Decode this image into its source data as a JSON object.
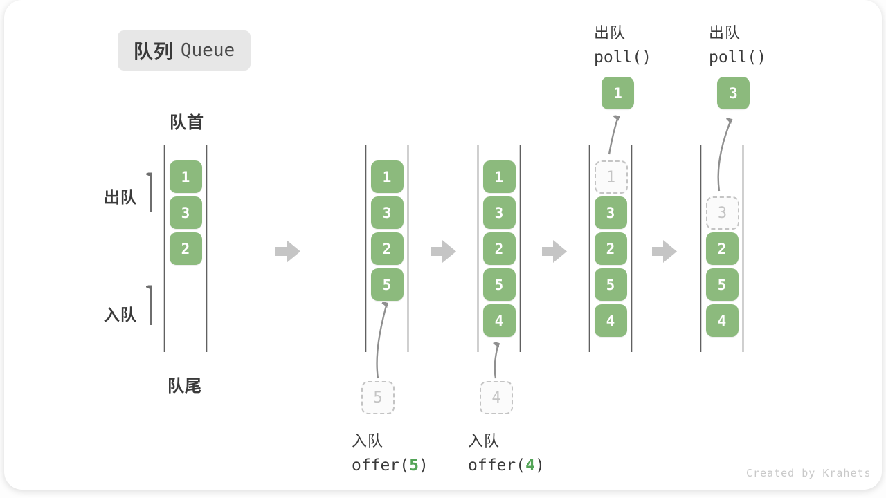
{
  "title": {
    "zh": "队列",
    "en": "Queue"
  },
  "labels": {
    "front": "队首",
    "rear": "队尾",
    "dequeue": "出队",
    "enqueue": "入队"
  },
  "watermark": "Created by Krahets",
  "colors": {
    "box_green": "#8cba7d",
    "code_green": "#53a457",
    "ghost_gray": "#c4c4c4",
    "block_arrow_gray": "#c5c5c5",
    "wall_gray": "#606060",
    "text_dark": "#3a3a3a"
  },
  "operations": {
    "polls": [
      {
        "label": "出队",
        "code": "poll()",
        "value": "1"
      },
      {
        "label": "出队",
        "code": "poll()",
        "value": "3"
      }
    ],
    "offers": [
      {
        "label": "入队",
        "fn_open": "offer(",
        "arg": "5",
        "fn_close": ")"
      },
      {
        "label": "入队",
        "fn_open": "offer(",
        "arg": "4",
        "fn_close": ")"
      }
    ]
  },
  "queue_states": [
    {
      "name": "initial",
      "items": [
        {
          "value": "1",
          "slot": 1,
          "style": "solid"
        },
        {
          "value": "3",
          "slot": 2,
          "style": "solid"
        },
        {
          "value": "2",
          "slot": 3,
          "style": "solid"
        }
      ]
    },
    {
      "name": "after-offer-5",
      "items": [
        {
          "value": "1",
          "slot": 1,
          "style": "solid"
        },
        {
          "value": "3",
          "slot": 2,
          "style": "solid"
        },
        {
          "value": "2",
          "slot": 3,
          "style": "solid"
        },
        {
          "value": "5",
          "slot": 4,
          "style": "solid"
        }
      ],
      "incoming": {
        "value": "5"
      }
    },
    {
      "name": "after-offer-4",
      "items": [
        {
          "value": "1",
          "slot": 1,
          "style": "solid"
        },
        {
          "value": "3",
          "slot": 2,
          "style": "solid"
        },
        {
          "value": "2",
          "slot": 3,
          "style": "solid"
        },
        {
          "value": "5",
          "slot": 4,
          "style": "solid"
        },
        {
          "value": "4",
          "slot": 5,
          "style": "solid"
        }
      ],
      "incoming": {
        "value": "4"
      }
    },
    {
      "name": "after-poll-1",
      "items": [
        {
          "value": "1",
          "slot": 1,
          "style": "ghost"
        },
        {
          "value": "3",
          "slot": 2,
          "style": "solid"
        },
        {
          "value": "2",
          "slot": 3,
          "style": "solid"
        },
        {
          "value": "5",
          "slot": 4,
          "style": "solid"
        },
        {
          "value": "4",
          "slot": 5,
          "style": "solid"
        }
      ],
      "outgoing": {
        "value": "1"
      }
    },
    {
      "name": "after-poll-3",
      "items": [
        {
          "value": "3",
          "slot": 2,
          "style": "ghost"
        },
        {
          "value": "2",
          "slot": 3,
          "style": "solid"
        },
        {
          "value": "5",
          "slot": 4,
          "style": "solid"
        },
        {
          "value": "4",
          "slot": 5,
          "style": "solid"
        }
      ],
      "outgoing": {
        "value": "3"
      }
    }
  ]
}
